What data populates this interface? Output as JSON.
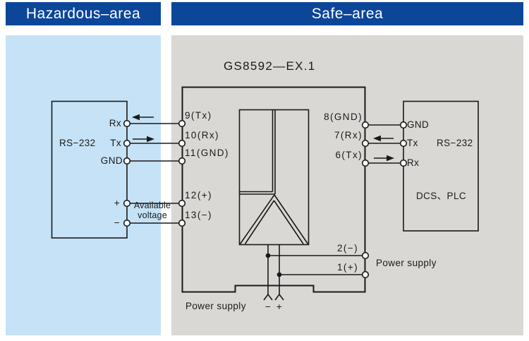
{
  "colors": {
    "header-blue": "#0c4699",
    "hazardous-panel": "#c6e2f6",
    "safe-panel": "#d9d8d5",
    "line": "#1a1a1a",
    "text": "#1a1a1a"
  },
  "headers": {
    "hazardous": "Hazardous–area",
    "safe": "Safe–area"
  },
  "isolator": {
    "title": "GS8592—EX.1",
    "left_terminals": [
      "9(Tx)",
      "10(Rx)",
      "11(GND)",
      "12(+)",
      "13(−)"
    ],
    "right_terminals": [
      "8(GND)",
      "7(Rx)",
      "6(Tx)"
    ],
    "power_terminals": [
      "2(−)",
      "1(+)"
    ]
  },
  "field_device": {
    "interface": "RS−232",
    "ports": [
      "Rx",
      "Tx",
      "GND"
    ],
    "power_plus": "+",
    "power_minus": "−",
    "note": "Available voltage"
  },
  "control_device": {
    "interface": "RS−232",
    "ports": [
      "GND",
      "Tx",
      "Rx"
    ],
    "system": "DCS、PLC"
  },
  "power": {
    "bottom_label": "Power supply",
    "side_label": "Power supply",
    "minus": "−",
    "plus": "+"
  }
}
